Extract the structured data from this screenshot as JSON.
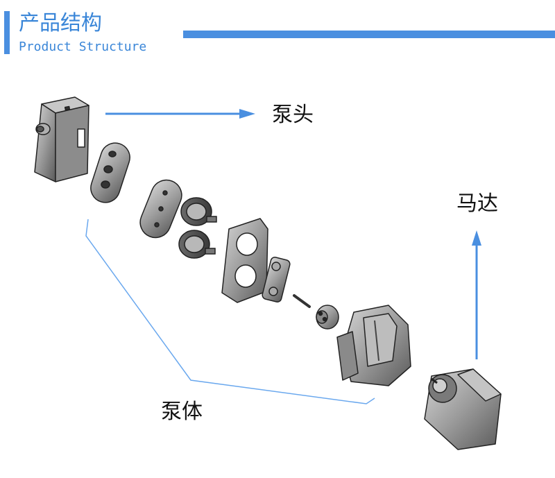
{
  "header": {
    "title_cn": "产品结构",
    "title_en": "Product Structure",
    "accent_color": "#4a8fe0"
  },
  "labels": {
    "pump_head": "泵头",
    "motor": "马达",
    "pump_body": "泵体"
  },
  "colors": {
    "arrow": "#4a8fe0",
    "bracket_line": "#6aa8ee",
    "part_fill": "#9a9a9a",
    "part_outline": "#222222"
  }
}
